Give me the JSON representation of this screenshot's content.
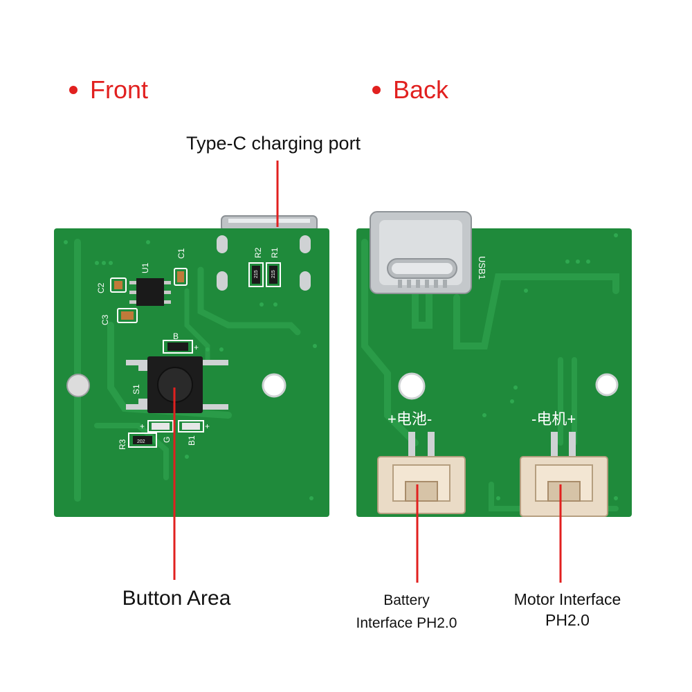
{
  "headings": {
    "front": "Front",
    "back": "Back"
  },
  "labels": {
    "type_c": "Type-C charging port",
    "button_area": "Button Area",
    "battery_line1": "Battery",
    "battery_line2": "Interface PH2.0",
    "motor_line1": "Motor Interface",
    "motor_line2": "PH2.0"
  },
  "silkscreen": {
    "front": {
      "u1": "U1",
      "c1": "C1",
      "c2": "C2",
      "c3": "C3",
      "r1": "R1",
      "r2": "R2",
      "r3": "R3",
      "s1": "S1",
      "b": "B",
      "g": "G",
      "b1": "B1",
      "plus": "+",
      "resistor_code_a": "215",
      "resistor_code_b": "215",
      "resistor_code_c": "202"
    },
    "back": {
      "usb1": "USB1",
      "battery": "+电池-",
      "motor": "-电机+"
    }
  },
  "colors": {
    "accent_red": "#e1201f",
    "pcb_green": "#1f8a3b",
    "trace_green": "#2a9b48",
    "silkscreen": "#ffffff"
  }
}
